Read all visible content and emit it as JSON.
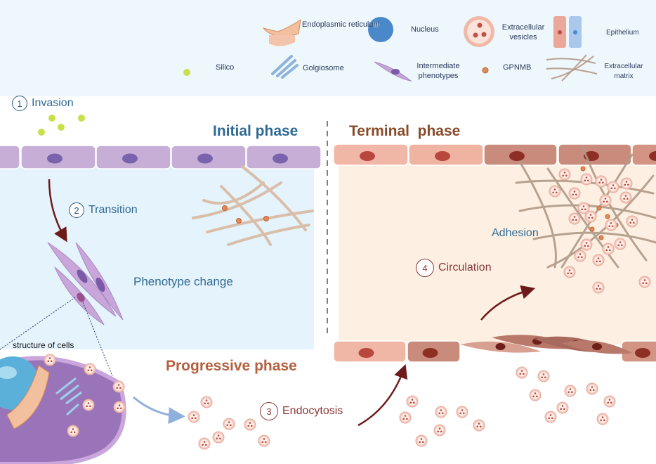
{
  "legend": {
    "endoplasmic_reticulum": "Endoplasmic reticulum",
    "nucleus": "Nucleus",
    "extracellular_vesicles": "Extracellular vesicles",
    "epithelium": "Epithelium",
    "silico": "Silico",
    "golgiosome": "Golgiosome",
    "intermediate_phenotypes": "Intermediate phenotypes",
    "gpnmb": "GPNMB",
    "extracellular_matrix": "Extracellular matrix"
  },
  "phases": {
    "initial": "Initial phase",
    "terminal": "Terminal  phase",
    "progressive": "Progressive phase"
  },
  "steps": [
    {
      "num": "1",
      "label": "Invasion"
    },
    {
      "num": "2",
      "label": "Transition"
    },
    {
      "num": "3",
      "label": "Endocytosis"
    },
    {
      "num": "4",
      "label": "Circulation"
    }
  ],
  "labels": {
    "phenotype_change": "Phenotype change",
    "adhesion": "Adhesion",
    "structure_of_cells": "structure of cells"
  },
  "colors": {
    "legend_bg": "#eef7fc",
    "initial_panel": "#e5f3fc",
    "terminal_panel": "#fdf0e3",
    "initial_text": "#2f6a94",
    "terminal_text": "#8a4b2a",
    "progressive_text": "#b4603f",
    "arrow": "#6e1a1a",
    "epithelium_purple": "#c7aed6",
    "epithelium_pink": "#f0b7a6",
    "vesicle": "#f3c9bf"
  }
}
